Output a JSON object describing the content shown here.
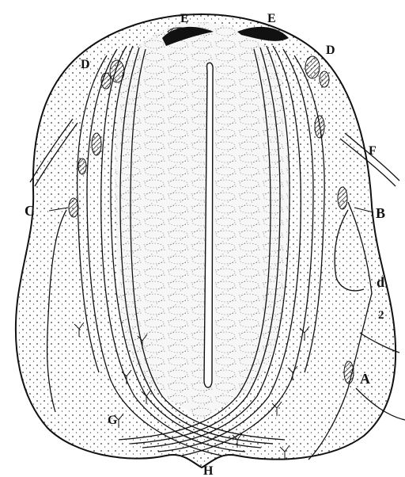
{
  "figure": {
    "labels": {
      "e_left": "E",
      "e_right": "E",
      "d_left": "D",
      "d_right": "D",
      "c": "C",
      "b": "B",
      "f": "F",
      "d_small": "d",
      "two": "2",
      "a": "A",
      "g": "G",
      "h": "H"
    }
  }
}
